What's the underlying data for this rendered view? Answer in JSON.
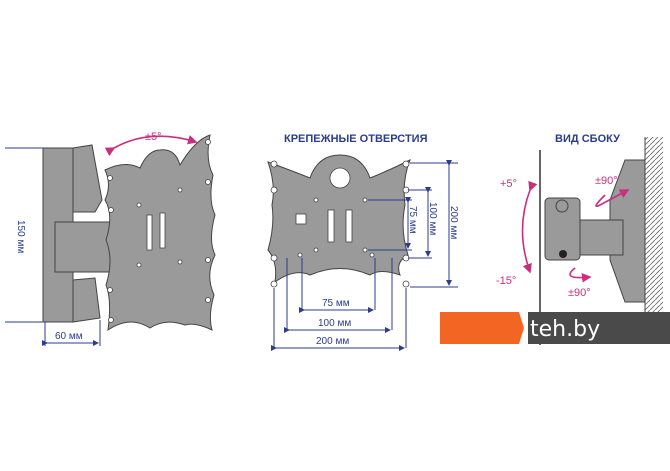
{
  "front_view": {
    "tilt_angle": "±5°",
    "height_dim": "150 мм",
    "depth_dim": "60 мм"
  },
  "mounting_holes": {
    "title": "КРЕПЕЖНЫЕ ОТВЕРСТИЯ",
    "h_small": "75 мм",
    "h_mid": "100 мм",
    "h_large": "200 мм",
    "v_small": "75 мм",
    "v_mid": "100 мм",
    "v_large": "200 мм"
  },
  "side_view": {
    "title": "ВИД СБОКУ",
    "tilt_up": "+5°",
    "tilt_down": "-15°",
    "swivel_top": "±90°",
    "swivel_bottom": "±90°"
  },
  "watermark": {
    "text": "teh.by",
    "colors": {
      "orange": "#f26522",
      "dark": "#4a4a4a"
    }
  }
}
